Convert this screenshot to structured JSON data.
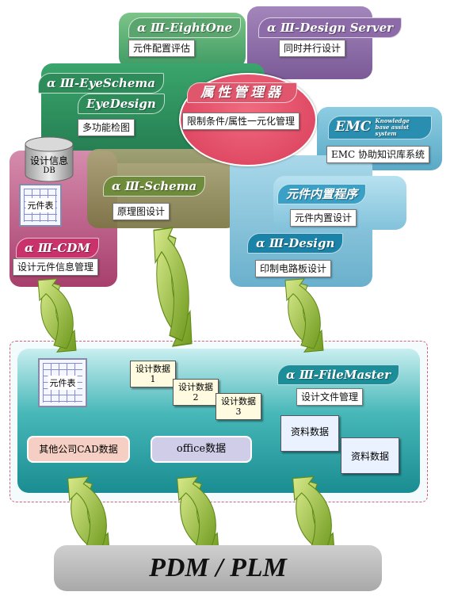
{
  "modules": {
    "eightone": {
      "tag": "α Ⅲ-EightOne",
      "label": "元件配置评估"
    },
    "design_server": {
      "tag": "α Ⅲ-Design Server",
      "label": "同时并行设计"
    },
    "eyeschema": {
      "tag_line1": "α Ⅲ-EyeSchema",
      "tag_line2": "EyeDesign",
      "label": "多功能检图"
    },
    "attr_manager": {
      "title": "属性管理器",
      "label": "限制条件/属性一元化管理"
    },
    "emc": {
      "title": "EMC",
      "subtitle": "Knowledge base assist system",
      "label": "EMC 协助知识库系统"
    },
    "db": {
      "line1": "设计信息",
      "line2": "DB"
    },
    "parts_table": "元件表",
    "schema": {
      "tag": "α Ⅲ-Schema",
      "label": "原理图设计"
    },
    "builtin": {
      "tag": "元件内置程序",
      "label": "元件内置设计"
    },
    "cdm": {
      "tag": "α Ⅲ-CDM",
      "label": "设计元件信息管理"
    },
    "design": {
      "tag": "α Ⅲ-Design",
      "label": "印制电路板设计"
    }
  },
  "data_area": {
    "parts_table": "元件表",
    "design_data": [
      {
        "line1": "设计数据",
        "line2": "1"
      },
      {
        "line1": "设计数据",
        "line2": "2"
      },
      {
        "line1": "设计数据",
        "line2": "3"
      }
    ],
    "filemaster": {
      "tag": "α Ⅲ-FileMaster",
      "label": "设计文件管理"
    },
    "materials": [
      "资料数据",
      "资料数据"
    ],
    "other_cad": "其他公司CAD数据",
    "office": "office数据"
  },
  "footer": "PDM / PLM",
  "colors": {
    "green": "#3f9a64",
    "purple": "#8a6aa4",
    "blue": "#6bb3cf",
    "pink": "#b64c77",
    "olive": "#8e8a55",
    "teal": "#2f9ea5",
    "arrow": "#9bc23c",
    "footer": "#b5b5b5"
  },
  "icons": [
    "database-icon",
    "grid-table-icon",
    "document-icon",
    "curved-double-arrow-icon"
  ]
}
